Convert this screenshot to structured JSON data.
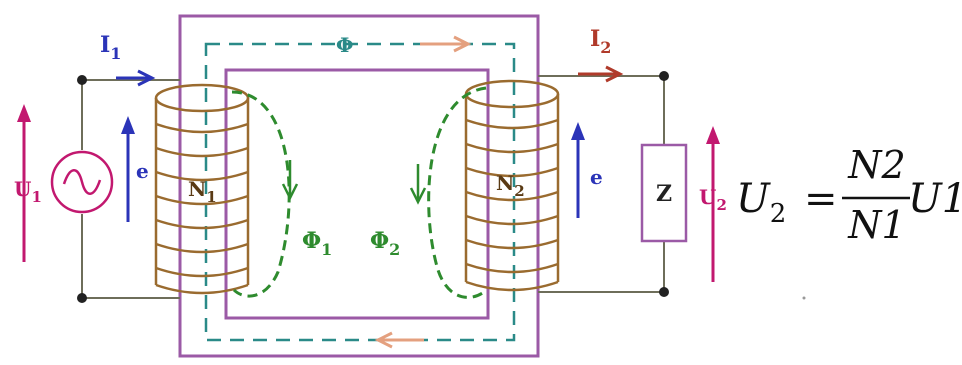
{
  "labels": {
    "u1_letter": "U",
    "u1_sub": "1",
    "i1_letter": "I",
    "i1_sub": "1",
    "e_left": "e",
    "n1_letter": "N",
    "n1_sub": "1",
    "phi_core": "Φ",
    "phi1_letter": "Φ",
    "phi1_sub": "1",
    "phi2_letter": "Φ",
    "phi2_sub": "2",
    "n2_letter": "N",
    "n2_sub": "2",
    "e_right": "e",
    "i2_letter": "I",
    "i2_sub": "2",
    "load": "Z",
    "u2_letter": "U",
    "u2_sub": "2"
  },
  "formula": {
    "lhs_letter": "U",
    "lhs_sub": "2",
    "equals": "=",
    "numerator": "N2",
    "denominator": "N1",
    "rhs": "U1"
  },
  "colors": {
    "core": "#9b5aa6",
    "flux_dashed": "#2a8a88",
    "leakage_flux": "#2e8b2e",
    "coil": "#9a6b2f",
    "current_blue": "#2b34b8",
    "current_red": "#b03a2a",
    "voltage": "#c2186f",
    "flux_arrow": "#e4a07f",
    "wire": "#6e6e5a"
  }
}
